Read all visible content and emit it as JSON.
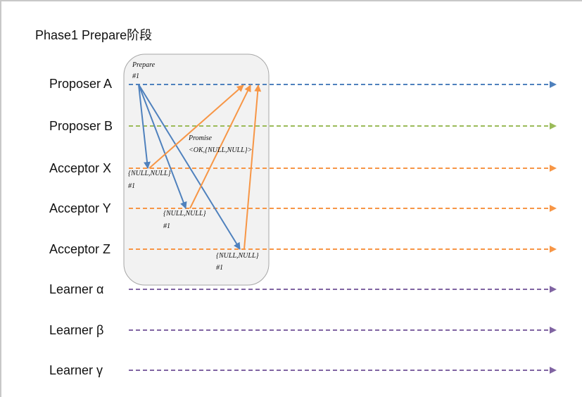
{
  "title": "Phase1 Prepare阶段",
  "participants": [
    {
      "name": "Proposer A",
      "color": "#4f81bd"
    },
    {
      "name": "Proposer B",
      "color": "#9bbb59"
    },
    {
      "name": "Acceptor X",
      "color": "#f79646"
    },
    {
      "name": "Acceptor Y",
      "color": "#f79646"
    },
    {
      "name": "Acceptor Z",
      "color": "#f79646"
    },
    {
      "name": "Learner α",
      "color": "#8064a2"
    },
    {
      "name": "Learner β",
      "color": "#8064a2"
    },
    {
      "name": "Learner γ",
      "color": "#8064a2"
    }
  ],
  "annotations": {
    "prepare": "Prepare",
    "prepare_num": "#1",
    "promise": "Promise",
    "promise_value": "<OK,{NULL,NULL}>",
    "x_value": "{NULL,NULL}",
    "x_num": "#1",
    "y_value": "{NULL,NULL}",
    "y_num": "#1",
    "z_value": "{NULL,NULL}",
    "z_num": "#1"
  },
  "colors": {
    "prepare_arrow": "#4f81bd",
    "promise_arrow": "#f79646",
    "phase_box_fill": "#f2f2f2",
    "phase_box_stroke": "#a6a6a6"
  }
}
